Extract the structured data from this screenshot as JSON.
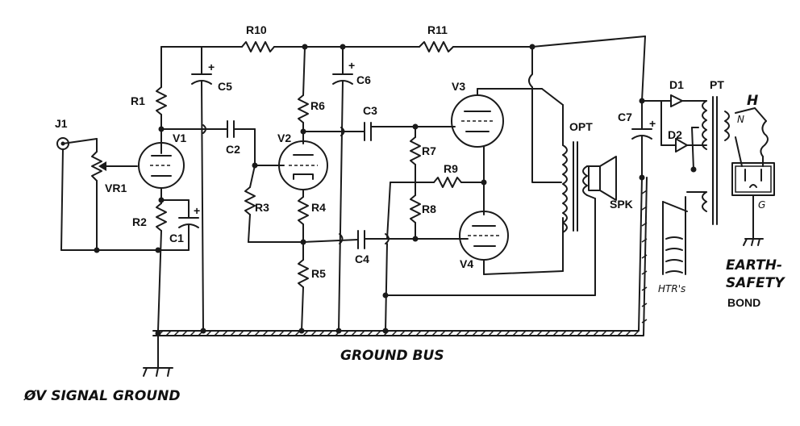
{
  "components": {
    "J1": "J1",
    "VR1": "VR1",
    "V1": "V1",
    "V2": "V2",
    "V3": "V3",
    "V4": "V4",
    "R1": "R1",
    "R2": "R2",
    "R3": "R3",
    "R4": "R4",
    "R5": "R5",
    "R6": "R6",
    "R7": "R7",
    "R8": "R8",
    "R9": "R9",
    "R10": "R10",
    "R11": "R11",
    "C1": "C1",
    "C2": "C2",
    "C3": "C3",
    "C4": "C4",
    "C5": "C5",
    "C6": "C6",
    "C7": "C7",
    "D1": "D1",
    "D2": "D2",
    "PT": "PT",
    "OPT": "OPT",
    "SPK": "SPK"
  },
  "polarity": "+",
  "labels": {
    "ground_bus": "GROUND BUS",
    "signal_ground": "ØV SIGNAL GROUND",
    "earth_1": "EARTH-",
    "earth_2": "SAFETY",
    "earth_3": "BOND",
    "heaters": "HTR's",
    "hot": "H",
    "neutral": "N",
    "ground_pin": "G"
  }
}
